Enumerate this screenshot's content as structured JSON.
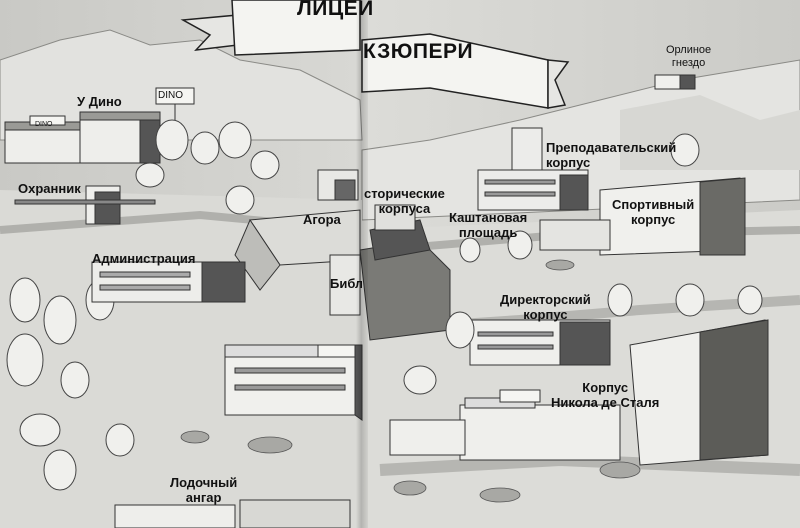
{
  "title": {
    "left": "ЛИЦЕЙ",
    "right": "КЗЮПЕРИ"
  },
  "signs": {
    "dino_sign": "DINO",
    "small_sign": "DINO"
  },
  "labels": {
    "u_dino": "У Дино",
    "okhrannik": "Охранник",
    "administratsiya": "Администрация",
    "agora": "Агора",
    "biblio": "Библио",
    "istoricheskie": "сторические\nкорпуса",
    "kashtanovaya": "Каштановая\nплощадь",
    "prepodavatelsky": "Преподавательский\nкорпус",
    "orlinoe": "Орлиное\nгнездо",
    "sportivny": "Спортивный\nкорпус",
    "direktorsky": "Директорский\nкорпус",
    "korpus_nikola": "Корпус\nНикола де Сталя",
    "lodochny": "Лодочный\nангар"
  }
}
